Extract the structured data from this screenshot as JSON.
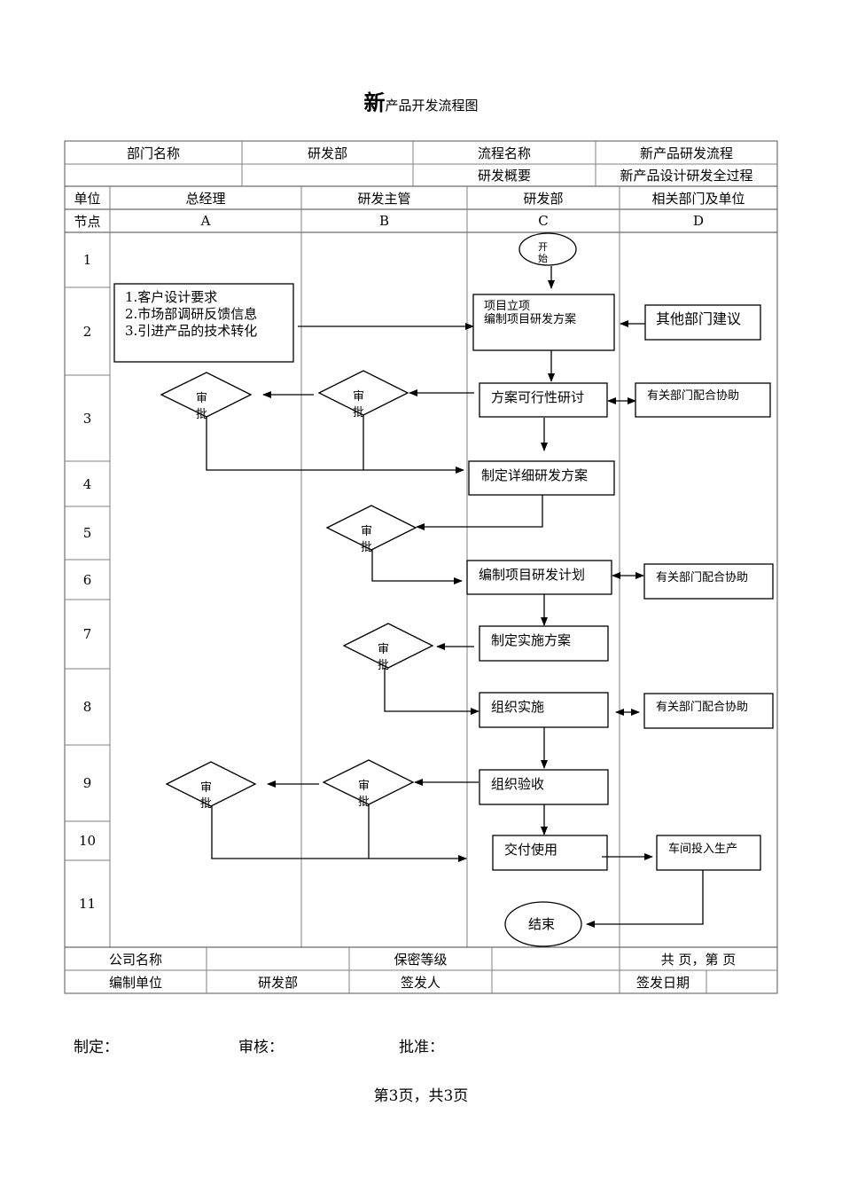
{
  "title": {
    "big_char": "新",
    "rest": "产品开发流程图"
  },
  "header": {
    "row1": [
      "部门名称",
      "研发部",
      "流程名称",
      "新产品研发流程"
    ],
    "row2": [
      "",
      "",
      "研发概要",
      "新产品设计研发全过程"
    ]
  },
  "lanes": {
    "unit_label": "单位",
    "node_label": "节点",
    "columns": [
      {
        "name": "总经理",
        "code": "A"
      },
      {
        "name": "研发主管",
        "code": "B"
      },
      {
        "name": "研发部",
        "code": "C"
      },
      {
        "name": "相关部门及单位",
        "code": "D"
      }
    ]
  },
  "rows": [
    "1",
    "2",
    "3",
    "4",
    "5",
    "6",
    "7",
    "8",
    "9",
    "10",
    "11"
  ],
  "nodes": {
    "start": "开始",
    "inputs": [
      "1.客户设计要求",
      "2.市场部调研反馈信息",
      "3.引进产品的技术转化"
    ],
    "project_setup": [
      "项目立项",
      "编制项目研发方案"
    ],
    "other_dept": "其他部门建议",
    "feasibility": "方案可行性研讨",
    "assist": "有关部门配合协助",
    "detailed_plan": "制定详细研发方案",
    "dev_schedule": "编制项目研发计划",
    "impl_plan": "制定实施方案",
    "implement": "组织实施",
    "acceptance": "组织验收",
    "delivery": "交付使用",
    "production": "车间投入生产",
    "end": "结束",
    "approve": [
      "审",
      "批"
    ]
  },
  "footer_table": {
    "row1": [
      "公司名称",
      "",
      "保密等级",
      "",
      "共 页，第 页"
    ],
    "row2": [
      "编制单位",
      "研发部",
      "签发人",
      "",
      "签发日期",
      ""
    ]
  },
  "signatures": [
    "制定：",
    "审核：",
    "批准："
  ],
  "page_number": "第3页，共3页"
}
